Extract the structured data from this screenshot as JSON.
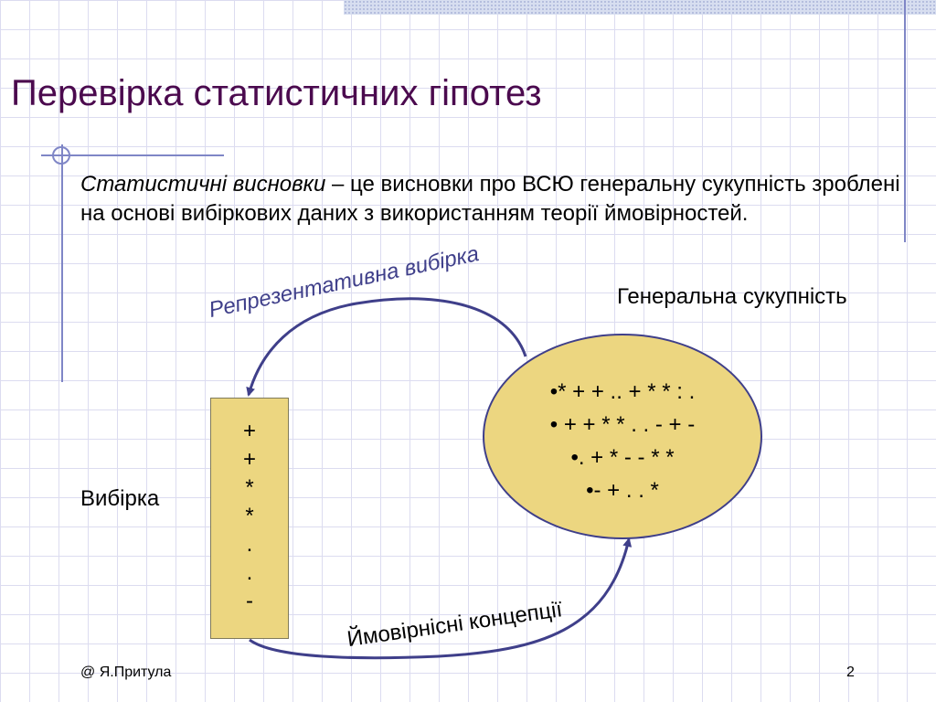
{
  "slide": {
    "title": "Перевірка статистичних гіпотез",
    "definition": {
      "term": "Статистичні висновки",
      "text": " – це висновки про ВСЮ генеральну сукупність зроблені на основі вибіркових даних з використанням теорії ймовірностей."
    },
    "diagram": {
      "population_label": "Генеральна сукупність",
      "population_rows": [
        "•* + + .. + * * : .",
        "• + + * * . . - + -",
        "•. + * - - * *",
        "•- + . . *"
      ],
      "sample_label": "Вибірка",
      "sample_rows": [
        "+",
        "+",
        "*",
        "*",
        ".",
        ".",
        "-"
      ],
      "top_arrow_label": "Репрезентативна вибірка",
      "bottom_arrow_label": "Ймовірнісні концепції"
    },
    "footer": {
      "author": "@ Я.Притула",
      "page_number": "2"
    }
  },
  "colors": {
    "title": "#4b0a4e",
    "fill": "#ecd680",
    "arrow": "#3f3f8a",
    "grid": "#dcdcf0"
  }
}
